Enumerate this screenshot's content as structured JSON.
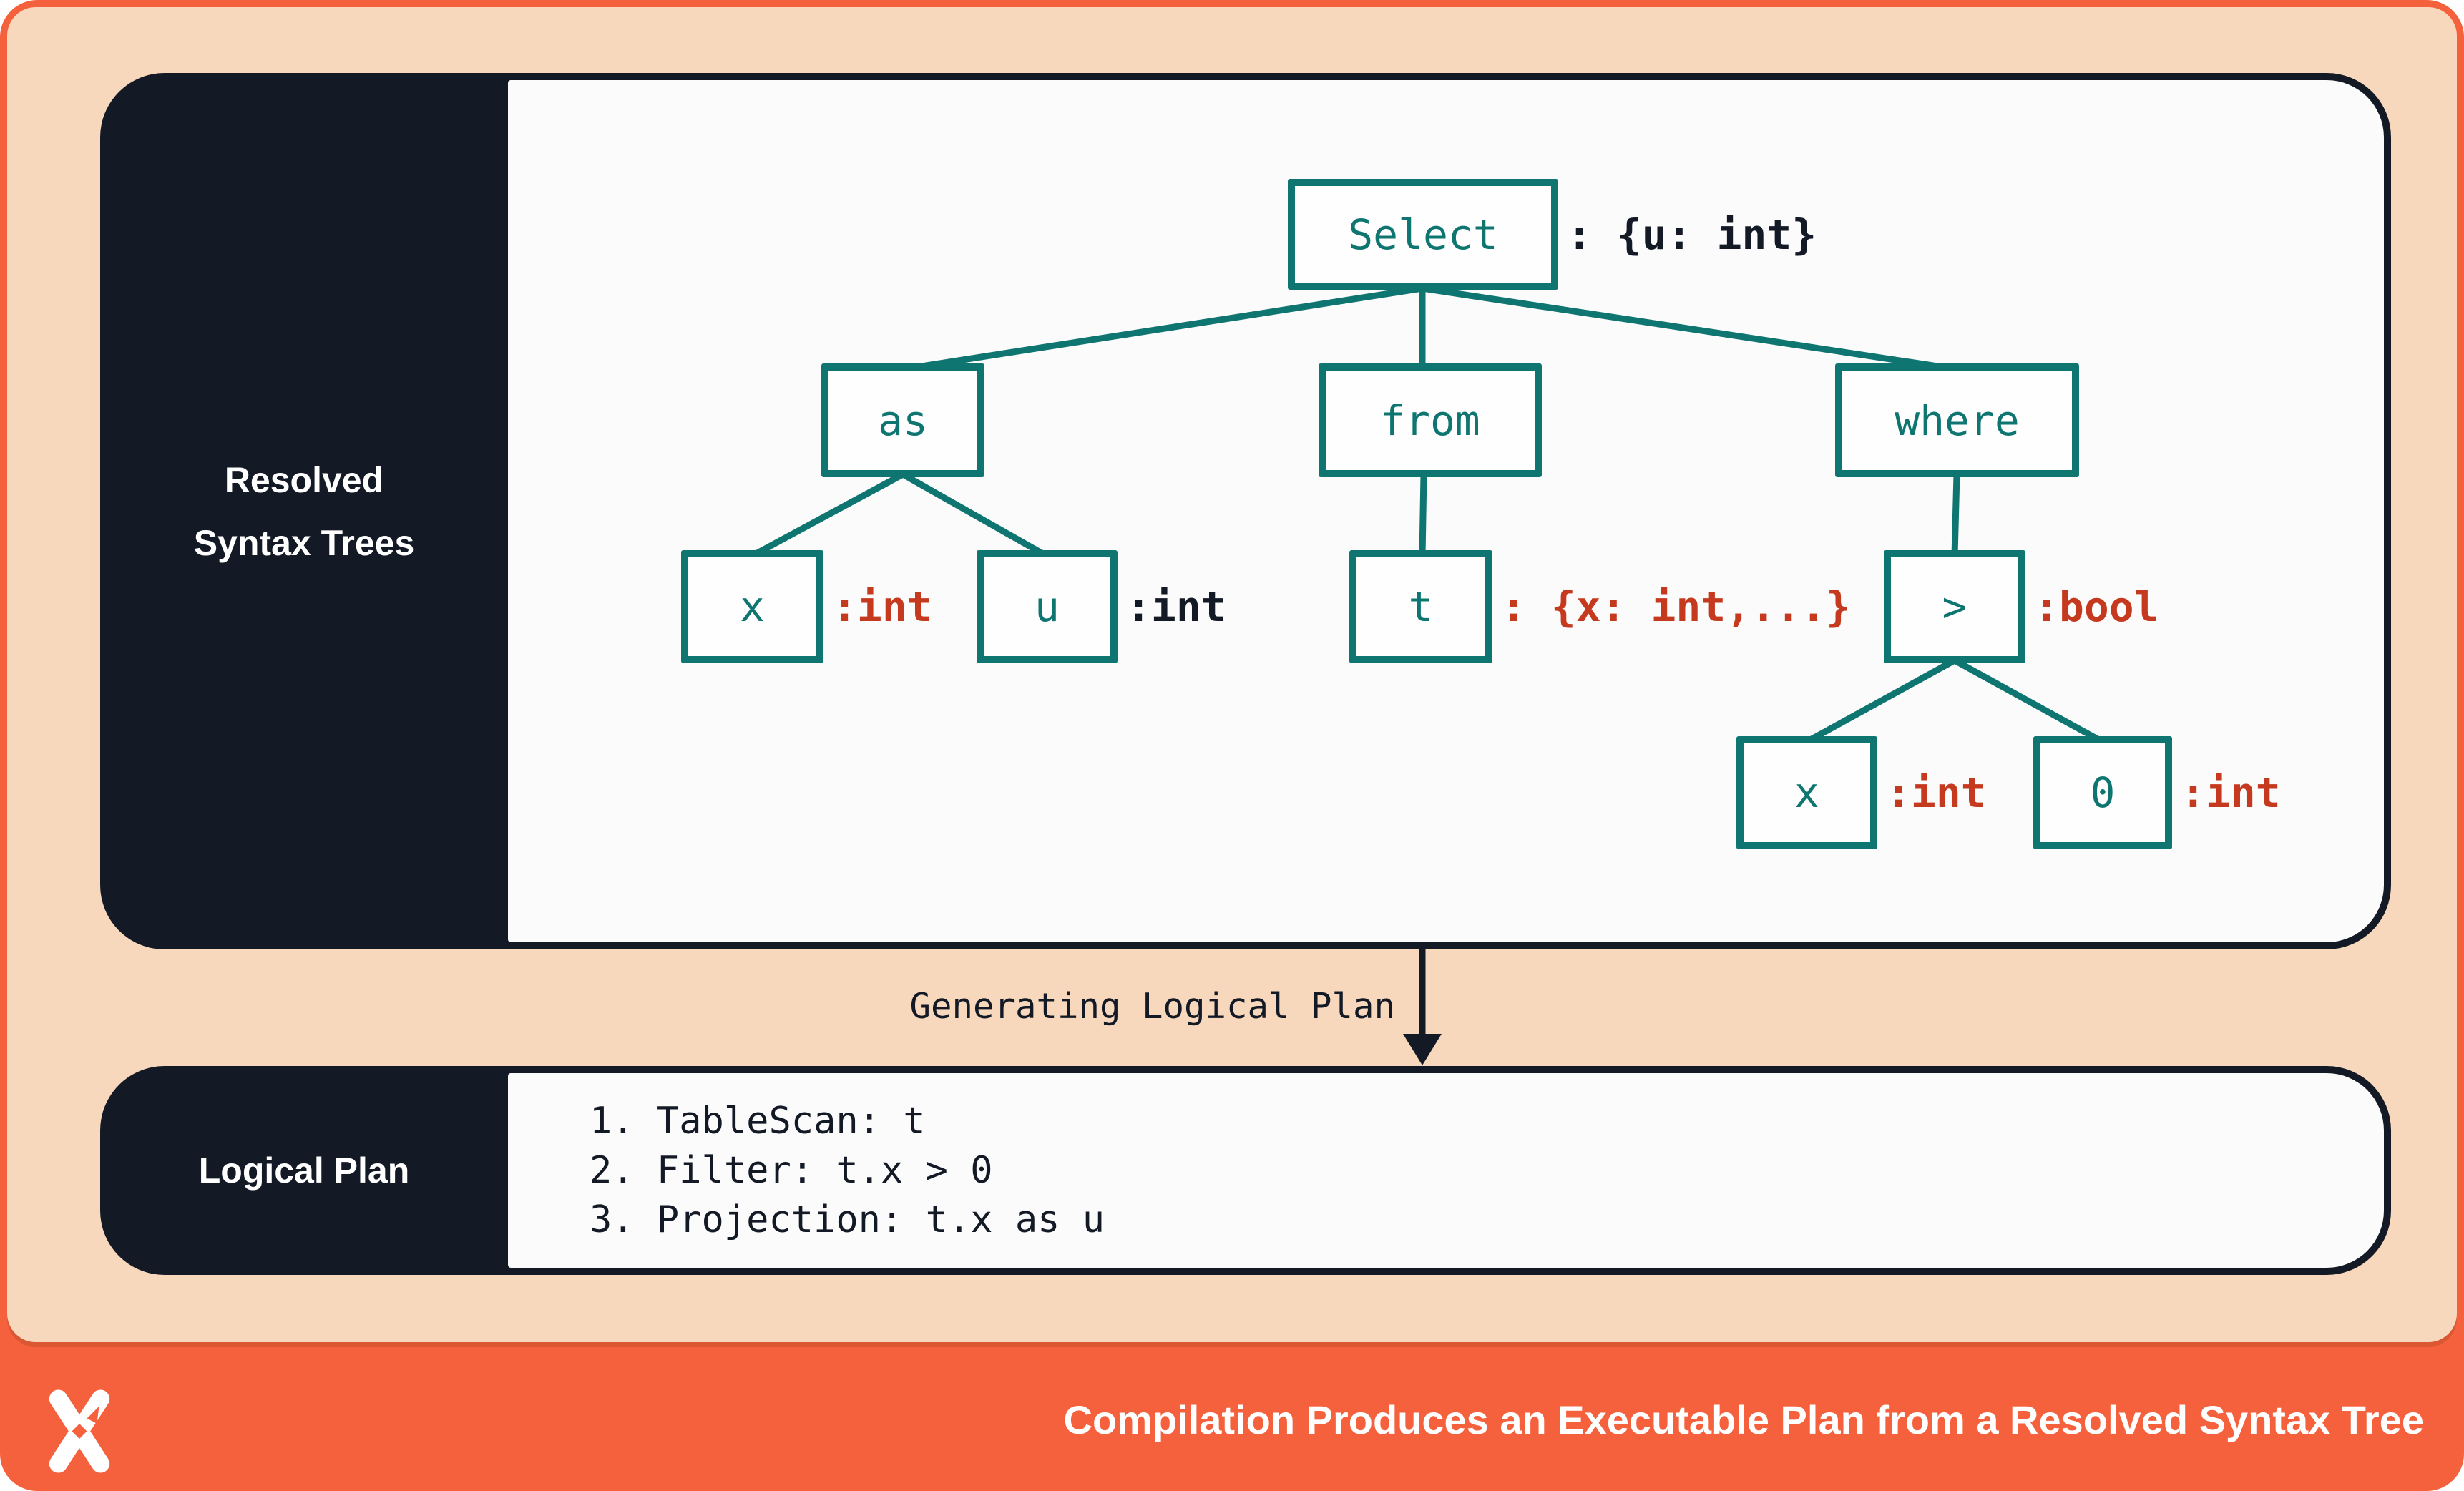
{
  "colors": {
    "accent_orange": "#F5613D",
    "background_peach": "#F8D8BC",
    "dark_navy": "#131A26",
    "node_teal": "#0E7571",
    "type_red": "#C53A1F"
  },
  "resolved_panel": {
    "label": "Resolved Syntax Trees"
  },
  "tree": {
    "select": {
      "label": "Select",
      "type": ": {u: int}"
    },
    "as": {
      "label": "as"
    },
    "from": {
      "label": "from"
    },
    "where": {
      "label": "where"
    },
    "x1": {
      "label": "x",
      "type": ":int"
    },
    "u": {
      "label": "u",
      "type": ":int"
    },
    "t": {
      "label": "t",
      "type": ": {x: int,...}"
    },
    "gt": {
      "label": ">",
      "type": ":bool"
    },
    "x2": {
      "label": "x",
      "type": ":int"
    },
    "zero": {
      "label": "0",
      "type": ":int"
    }
  },
  "arrow": {
    "label": "Generating Logical Plan"
  },
  "logical_panel": {
    "label": "Logical Plan",
    "items": [
      "1. TableScan: t",
      "2. Filter: t.x > 0",
      "3. Projection: t.x as u"
    ]
  },
  "footer": {
    "title": "Compilation Produces an Executable Plan from a Resolved Syntax Tree",
    "logo": "x-pinwheel-logo"
  }
}
